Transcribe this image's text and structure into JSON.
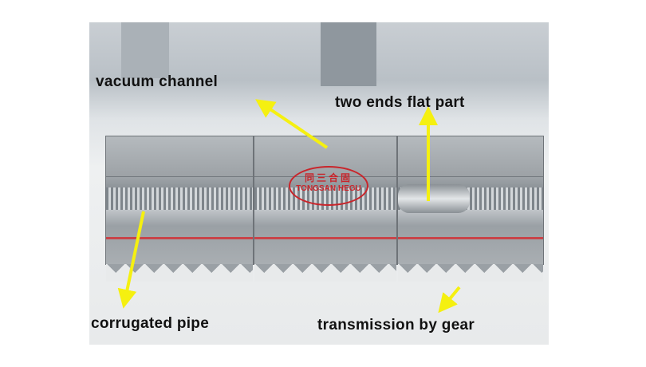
{
  "labels": {
    "vacuum_channel": "vacuum channel",
    "two_ends_flat_part": "two ends flat part",
    "corrugated_pipe": "corrugated pipe",
    "transmission_by_gear": "transmission by gear"
  },
  "watermark": {
    "chinese": "同三合固",
    "english": "TONGSAN HEGU"
  },
  "colors": {
    "arrow": "#f5f010",
    "stamp": "#c9252b"
  }
}
